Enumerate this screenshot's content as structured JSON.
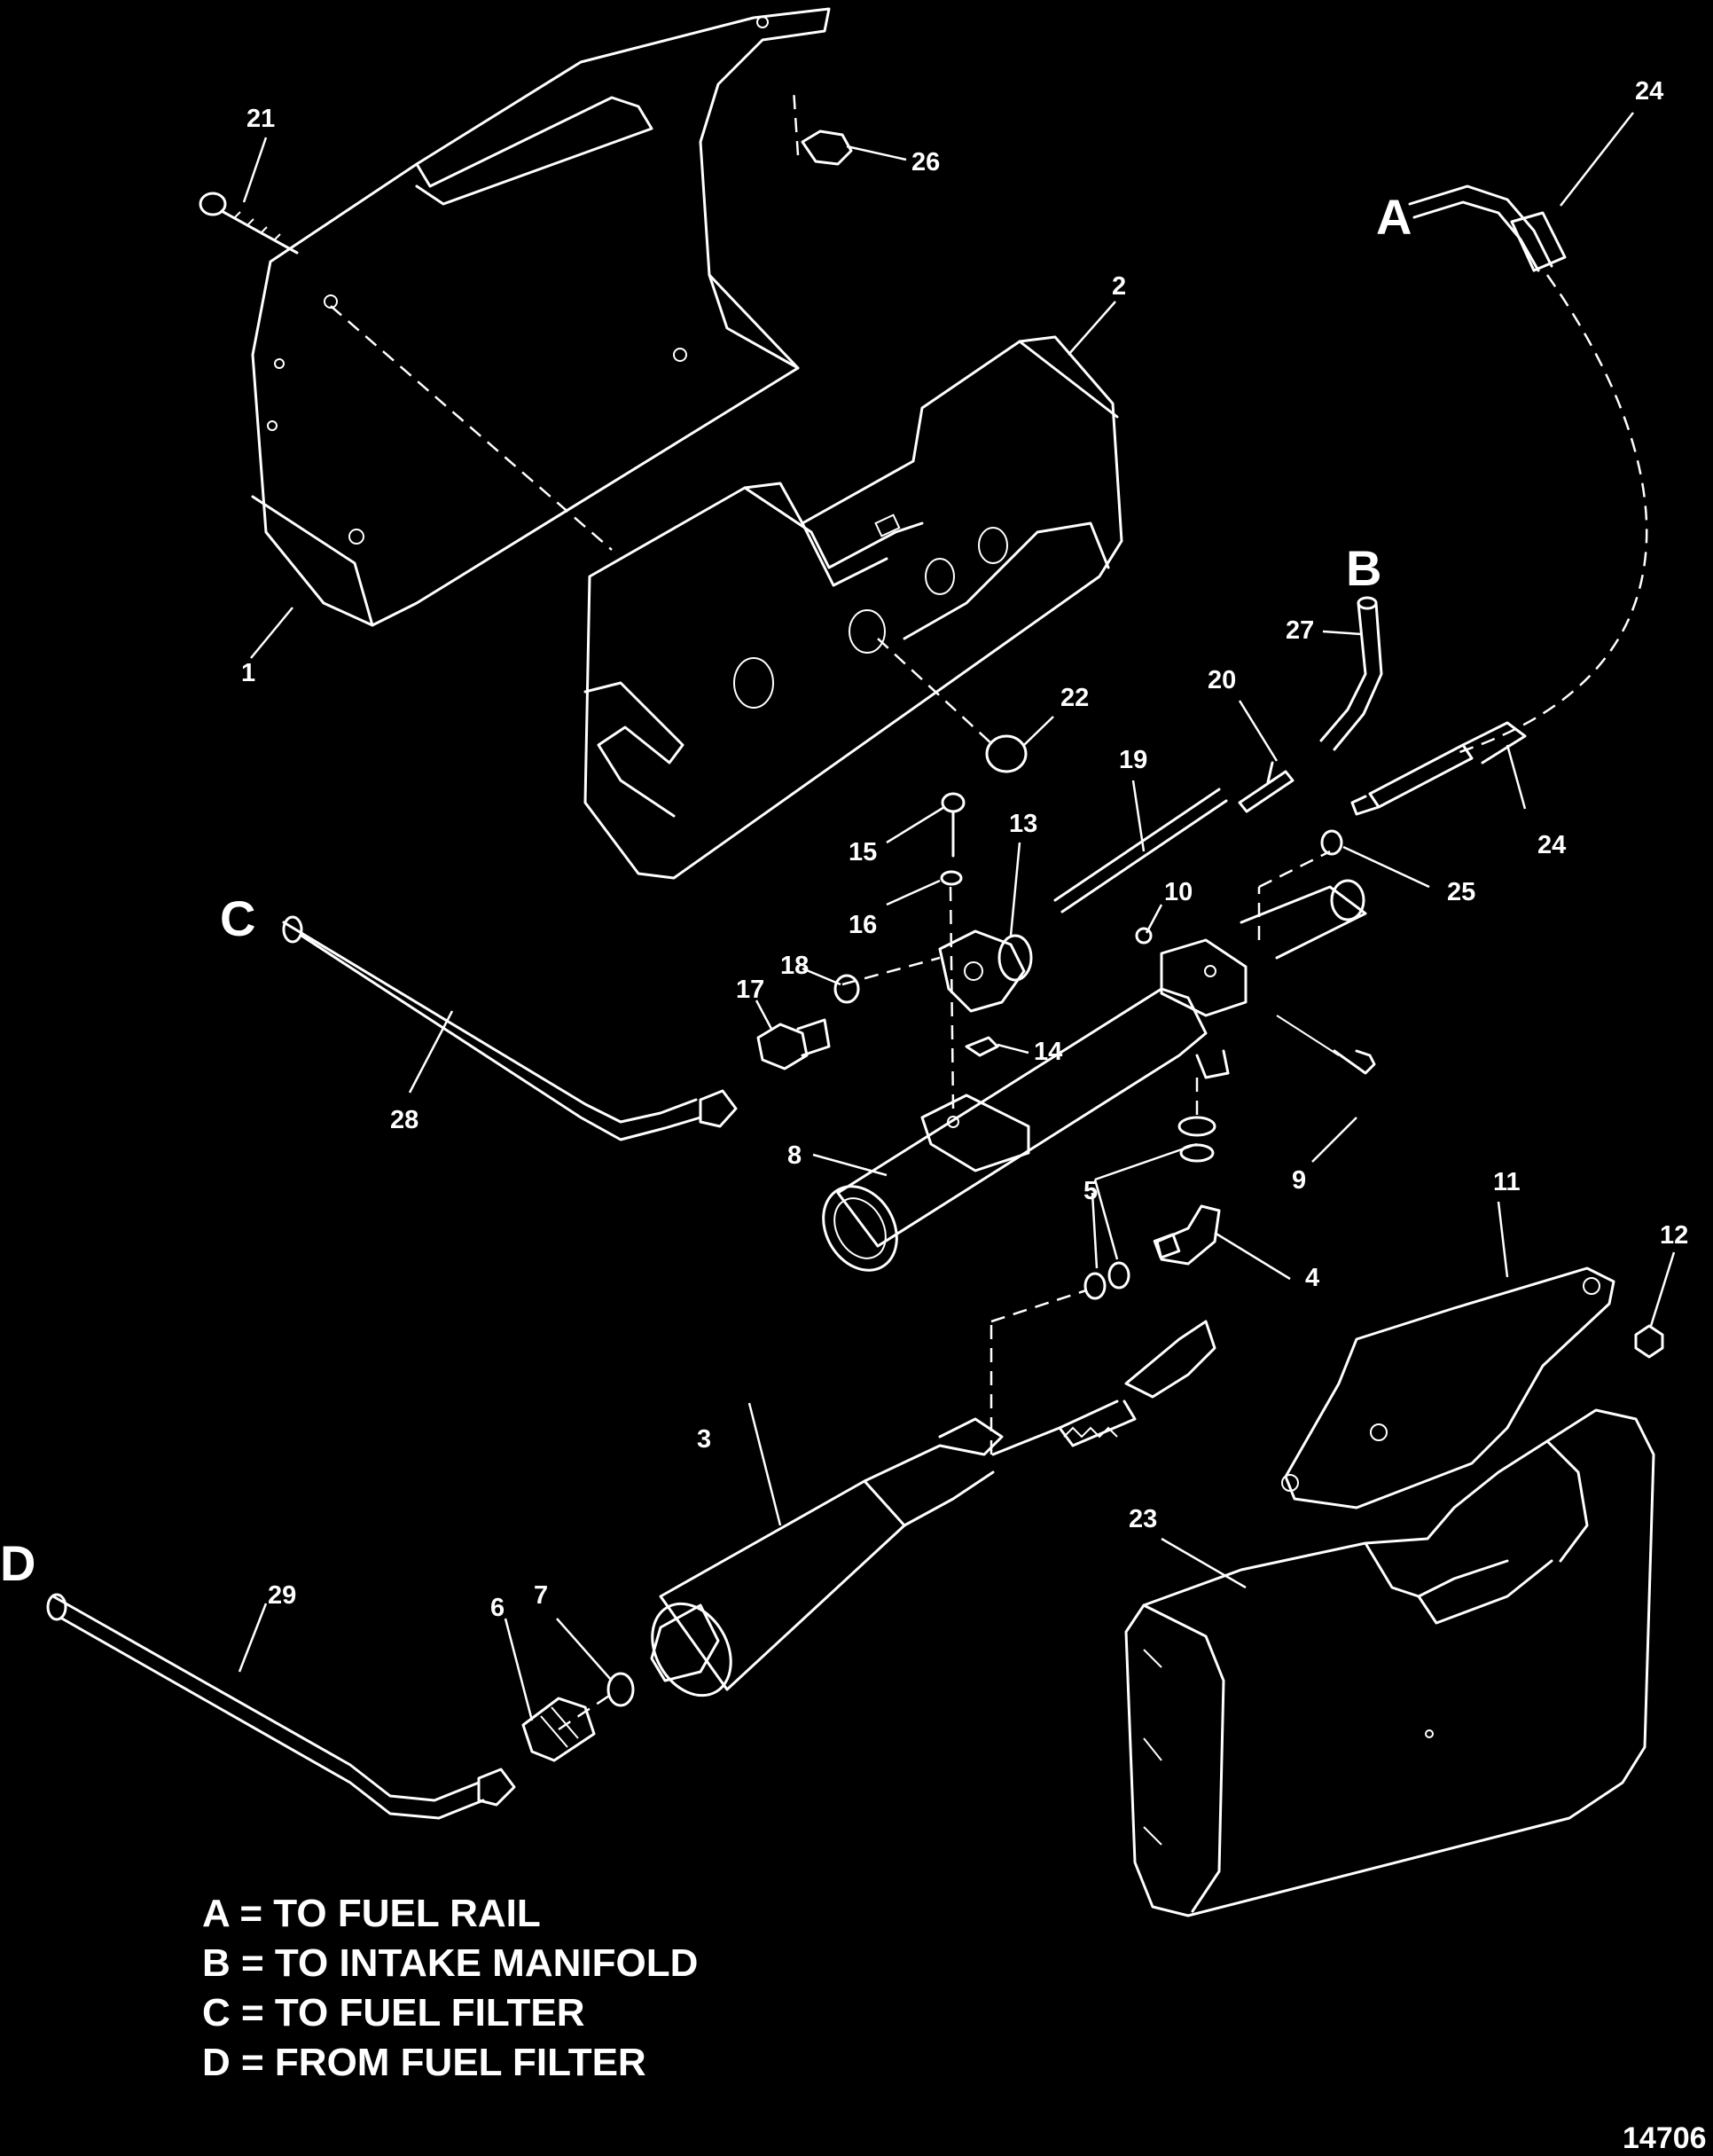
{
  "callouts": [
    "1",
    "2",
    "3",
    "4",
    "5",
    "6",
    "7",
    "8",
    "9",
    "10",
    "11",
    "12",
    "13",
    "14",
    "15",
    "16",
    "17",
    "18",
    "19",
    "20",
    "21",
    "22",
    "23",
    "24",
    "24",
    "25",
    "26",
    "27",
    "28",
    "29"
  ],
  "connection_letters": [
    "A",
    "B",
    "C",
    "D"
  ],
  "legend": [
    "A = TO FUEL RAIL",
    "B = TO INTAKE MANIFOLD",
    "C = TO FUEL FILTER",
    "D = FROM FUEL FILTER"
  ],
  "document_number": "14706",
  "colors": {
    "background": "#000000",
    "linework": "#ffffff"
  }
}
